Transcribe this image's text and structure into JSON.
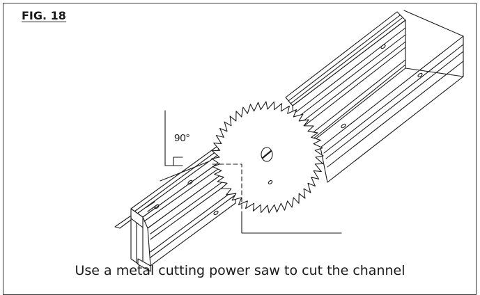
{
  "figure": {
    "label": "FIG. 18",
    "angle_label": "90°",
    "caption": "Use a metal cutting power saw to cut the channel"
  },
  "colors": {
    "line": "#1a1a1a",
    "frame": "#3a3a3a",
    "background": "#ffffff"
  },
  "saw_blade": {
    "tooth_count": 44
  }
}
